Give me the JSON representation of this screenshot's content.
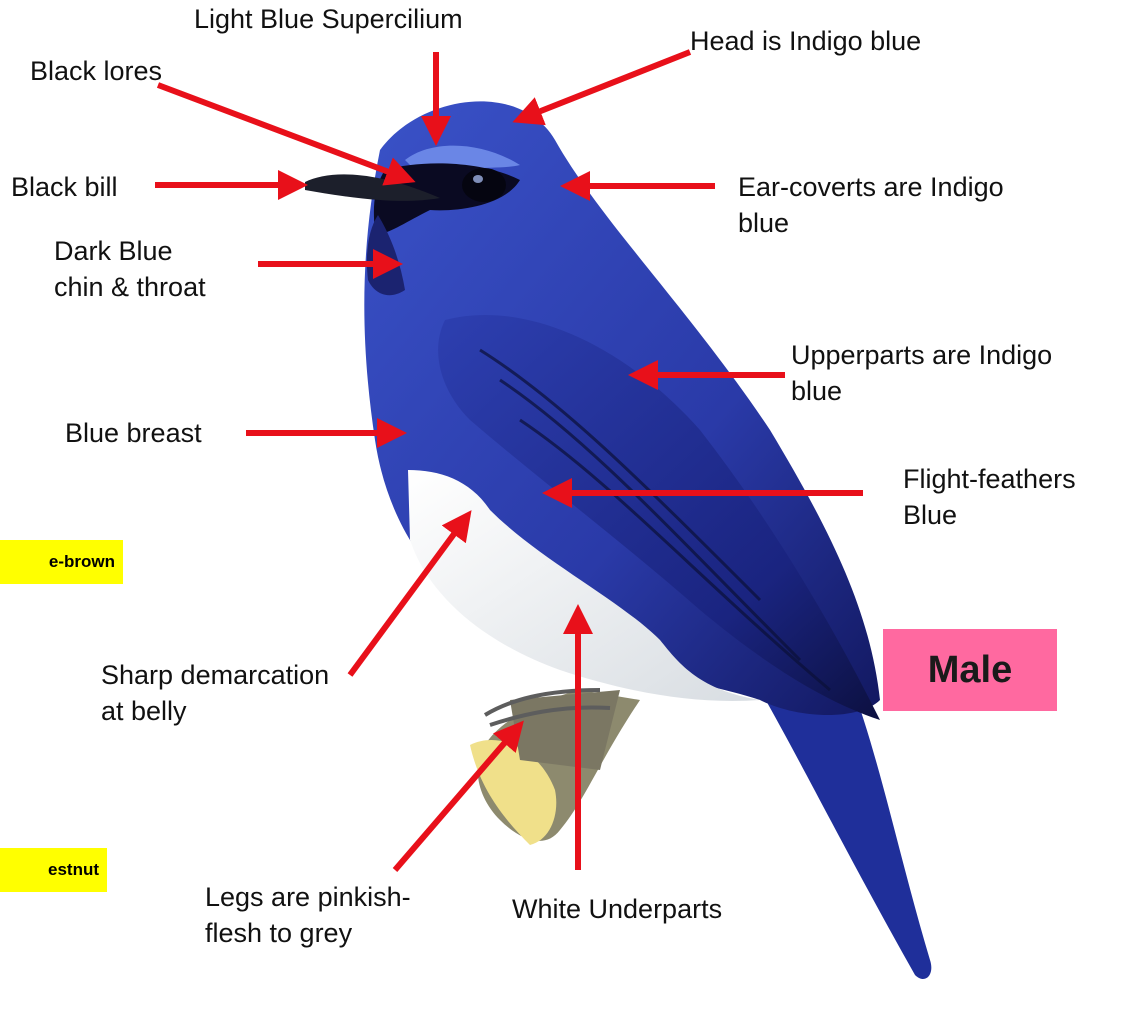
{
  "badge": {
    "sex": "Male"
  },
  "tags": [
    "e-brown",
    "estnut"
  ],
  "labels": {
    "supercilium": "Light Blue Supercilium",
    "head": "Head is Indigo blue",
    "lores": "Black lores",
    "bill": "Black bill",
    "ear_coverts": "Ear-coverts are  Indigo\nblue",
    "chin_throat": "Dark Blue\nchin & throat",
    "upperparts": "Upperparts are Indigo\nblue",
    "breast": "Blue breast",
    "flight_feathers": "Flight-feathers\nBlue",
    "demarcation": "Sharp demarcation\nat belly",
    "legs": "Legs are   pinkish-\nflesh to grey",
    "underparts": "White Underparts"
  },
  "colors": {
    "arrow": "#e8101a",
    "bird_blue": "#2c3fb8",
    "bird_dark": "#0d1250",
    "underparts": "#eef1f2",
    "badge": "#ff69a0",
    "tag": "#ffff00"
  }
}
